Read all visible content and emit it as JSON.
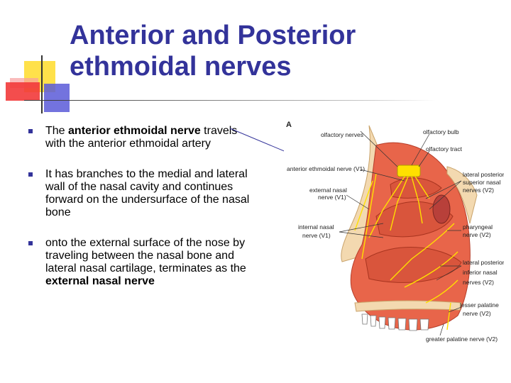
{
  "slide": {
    "title_line1": "Anterior and Posterior",
    "title_line2": "ethmoidal nerves"
  },
  "bullets": [
    {
      "prefix": "The ",
      "bold": "anterior ethmoidal nerve",
      "suffix": " travels with the anterior ethmoidal artery"
    },
    {
      "text": "It has branches to the medial and lateral wall of the nasal cavity and continues forward on the undersurface of the nasal bone"
    },
    {
      "text": "onto the external surface of the nose by traveling between the nasal bone and lateral nasal cartilage, terminates as the ",
      "bold": "external nasal nerve"
    }
  ],
  "figure": {
    "panel_letter": "A",
    "labels": {
      "olfactory_nerves": "olfactory nerves",
      "olfactory_bulb": "olfactory bulb",
      "olfactory_tract": "olfactory tract",
      "anterior_ethmoidal": "anterior ethmoidal nerve (V1)",
      "external_nasal_1": "external nasal",
      "external_nasal_2": "nerve (V1)",
      "internal_nasal_1": "internal nasal",
      "internal_nasal_2": "nerve (V1)",
      "lat_post_sup_1": "lateral posterior",
      "lat_post_sup_2": "superior nasal",
      "lat_post_sup_3": "nerves (V2)",
      "pharyngeal_1": "pharyngeal",
      "pharyngeal_2": "nerve (V2)",
      "lat_post_inf_1": "lateral posterior",
      "lat_post_inf_2": "inferior nasal",
      "lat_post_inf_3": "nerves (V2)",
      "lesser_palatine_1": "lesser palatine",
      "lesser_palatine_2": "nerve (V2)",
      "greater_palatine": "greater palatine nerve (V2)"
    }
  },
  "colors": {
    "title": "#33339a",
    "bullet": "#33339a",
    "accent_yellow": "#ffe14a",
    "accent_red": "#f23a3a",
    "accent_blue": "#5a5ad8",
    "tissue": "#e8654a",
    "bone": "#f3d9b0",
    "nerve": "#ffe000"
  }
}
